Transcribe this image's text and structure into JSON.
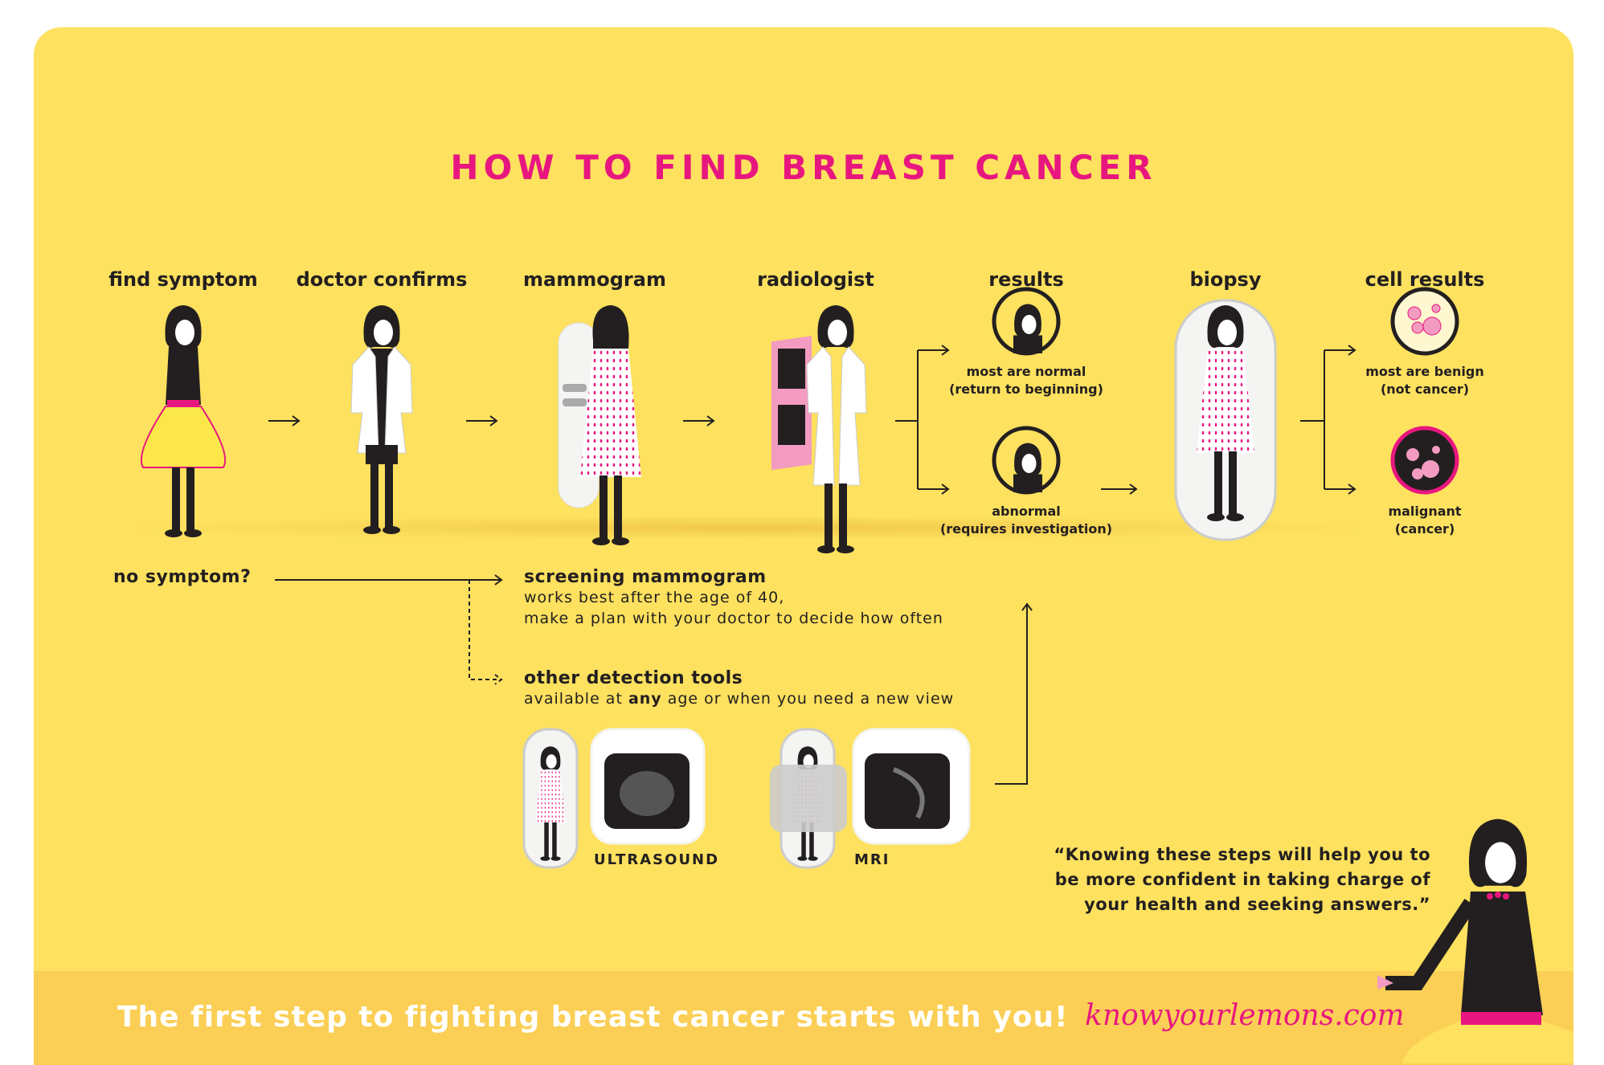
{
  "title": "HOW TO FIND BREAST CANCER",
  "steps": [
    {
      "label": "find symptom"
    },
    {
      "label": "doctor confirms"
    },
    {
      "label": "mammogram"
    },
    {
      "label": "radiologist"
    },
    {
      "label": "results"
    },
    {
      "label": "biopsy"
    },
    {
      "label": "cell results"
    }
  ],
  "results": {
    "normal": {
      "line1": "most are normal",
      "line2": "(return to beginning)"
    },
    "abnormal": {
      "line1": "abnormal",
      "line2": "(requires investigation)"
    }
  },
  "cell_results": {
    "benign": {
      "line1": "most are benign",
      "line2": "(not cancer)"
    },
    "malignant": {
      "line1": "malignant",
      "line2": "(cancer)"
    }
  },
  "no_symptom": "no symptom?",
  "screening": {
    "heading": "screening mammogram",
    "line1": "works best after the age of 40,",
    "line2": "make a plan with your doctor to decide how often"
  },
  "other_tools": {
    "heading": "other detection tools",
    "pre": "available at ",
    "bold": "any",
    "post": " age or when you need a new view",
    "ultrasound": "ULTRASOUND",
    "mri": "MRI"
  },
  "quote": {
    "line1": "“Knowing these steps will help you to",
    "line2": "be more confident in taking charge of",
    "line3": "your health and seeking answers.”"
  },
  "footer": {
    "tagline": "The first step to fighting breast cancer starts with you!",
    "url": "knowyourlemons.com"
  },
  "colors": {
    "background": "#fde15f",
    "band": "#fbcf55",
    "accent": "#e8177f"
  }
}
